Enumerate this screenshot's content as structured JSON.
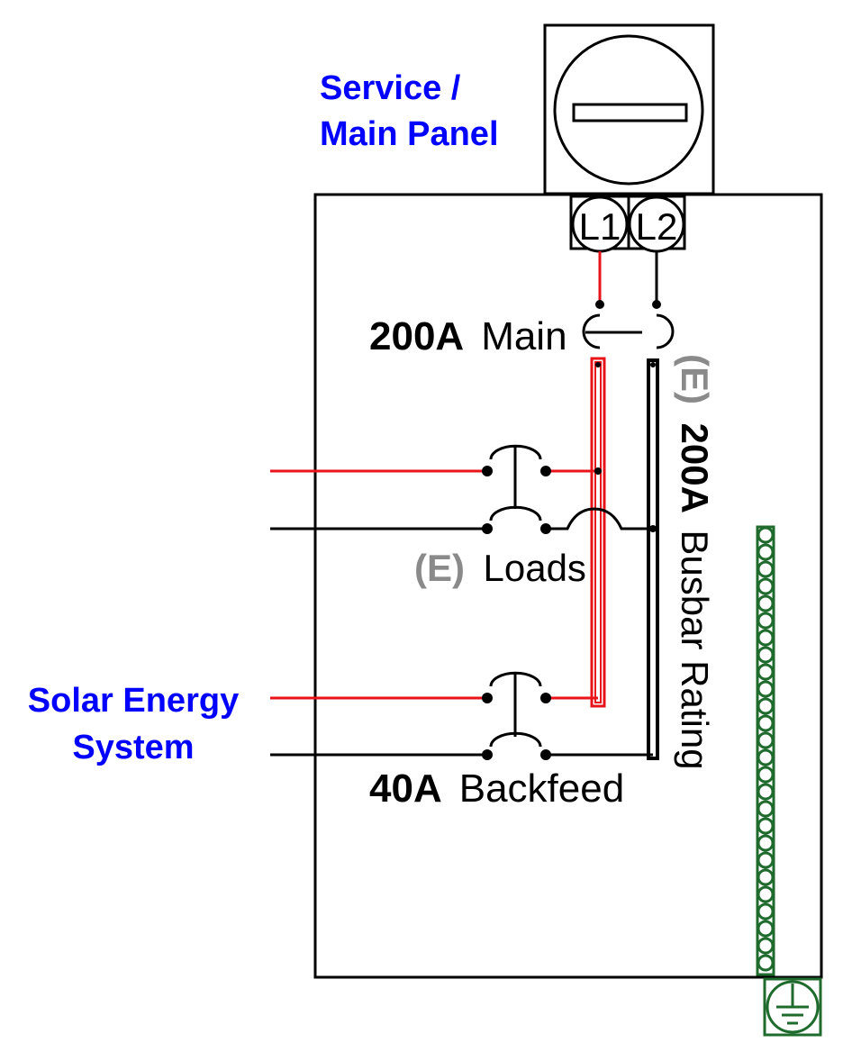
{
  "labels": {
    "service_panel_line1": "Service /",
    "service_panel_line2": "Main Panel",
    "solar_line1": "Solar Energy",
    "solar_line2": "System",
    "main_amps": "200A",
    "main_word": "Main",
    "loads_prefix": "(E)",
    "loads_word": "Loads",
    "backfeed_amps": "40A",
    "backfeed_word": "Backfeed",
    "busbar_prefix": "(E)",
    "busbar_amps": "200A",
    "busbar_word": "Busbar Rating"
  },
  "terminals": {
    "l1": "L1",
    "l2": "L2"
  },
  "colors": {
    "label_blue": "#0000ff",
    "line_red": "#e8141a",
    "line_black": "#000000",
    "prefix_gray": "#8a8a8a",
    "ground_green": "#1f6b2d"
  },
  "icons": {
    "meter": "meter-icon",
    "ground": "ground-icon"
  }
}
